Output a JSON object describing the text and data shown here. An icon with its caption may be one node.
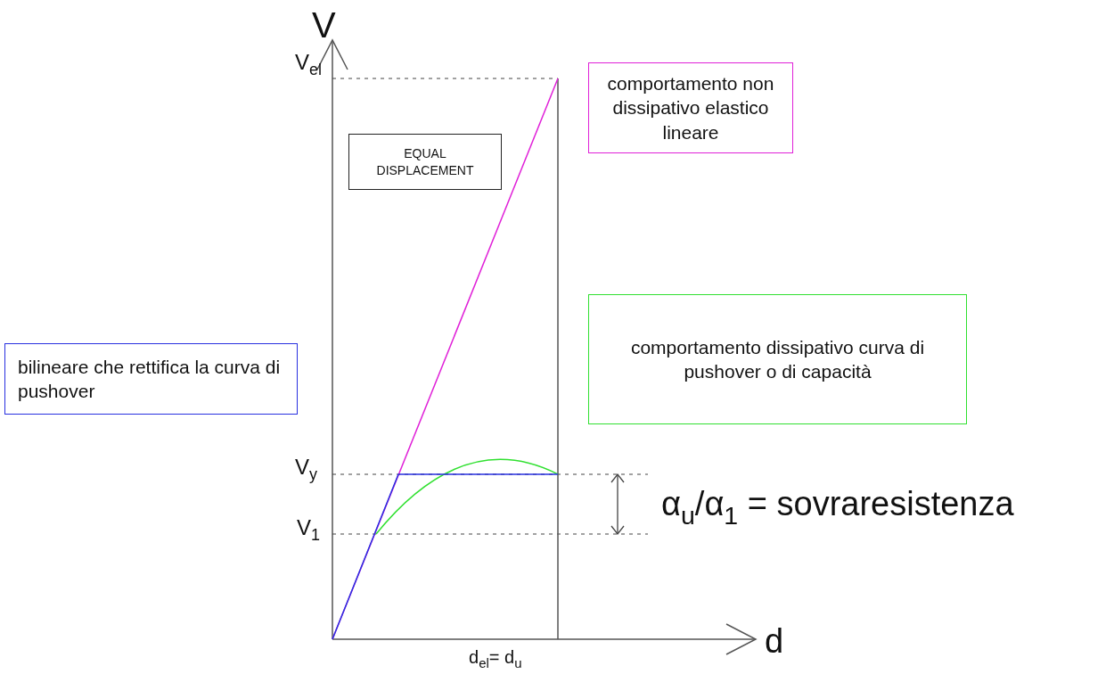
{
  "diagram": {
    "nodes": [
      {
        "text": [
          "EQUAL DISPLACEMENT"
        ]
      },
      {
        "text": [
          "comportamento non dissipativo elastico lineare"
        ]
      },
      {
        "text": [
          "bilineare che rettifica la curva di pushover"
        ]
      },
      {
        "text": [
          "comportamento dissipativo curva di pushover o di capacità"
        ]
      }
    ],
    "edges": [],
    "labels": [
      "V",
      "V$_{el}$",
      "V$_{y}$",
      "V$_{1}$",
      "α$_{u}$/α$_{1}$ = sovraresistenza",
      "d",
      "d$_{el}$= d$_{u}$"
    ]
  }
}
